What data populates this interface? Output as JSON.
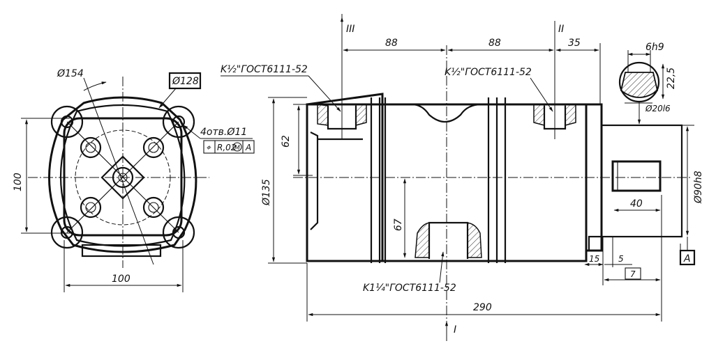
{
  "left_view": {
    "dia_154": "Ø154",
    "dia_128": "Ø128",
    "holes": "4отв.Ø11",
    "tolerance": {
      "position_symbol": "⌖",
      "value": "R,02",
      "modifier": "M",
      "datum": "A"
    },
    "height_100": "100",
    "width_100": "100"
  },
  "right_view": {
    "section_III": "III",
    "section_II": "II",
    "section_I": "I",
    "dim_88_a": "88",
    "dim_88_b": "88",
    "dim_35": "35",
    "dim_62": "62",
    "dim_135": "Ø135",
    "dim_67": "67",
    "dim_290": "290",
    "dim_15": "15",
    "dim_5": "5",
    "dim_7": "7",
    "dim_40": "40",
    "dim_90": "Ø90h8",
    "datum_A": "A",
    "key_6h9": "6h9",
    "key_22_5": "22,5",
    "shaft_20": "Ø20l6",
    "port_1": "K½\"ГОСТ6111-52",
    "port_2": "K½\"ГОСТ6111-52",
    "port_3": "K1¼\"ГОСТ6111-52"
  }
}
